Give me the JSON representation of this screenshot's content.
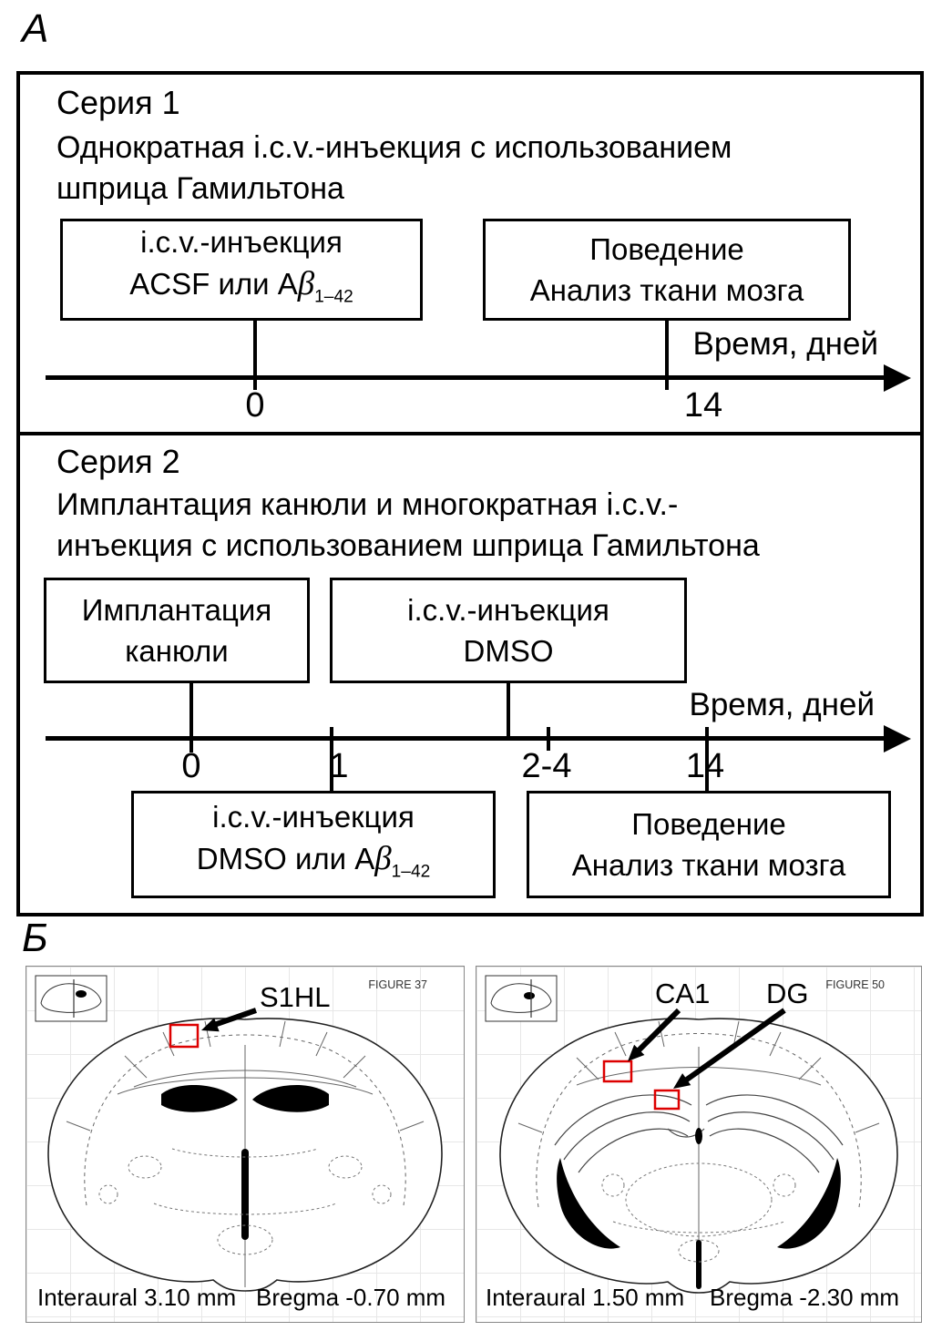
{
  "colors": {
    "ink": "#000000",
    "marker_red": "#dd0000"
  },
  "panel_a": {
    "label": "А",
    "series1": {
      "title": "Серия 1",
      "subtitle": "Однократная i.c.v.-инъекция с использованием\nшприца Гамильтона",
      "injection_box": {
        "line1": "i.c.v.-инъекция",
        "line2_pre": "ACSF или A",
        "line2_beta": "β",
        "line2_sub": "1–42"
      },
      "behavior_box": {
        "line1": "Поведение",
        "line2": "Анализ ткани мозга"
      },
      "axis_label": "Время, дней",
      "ticks": [
        "0",
        "14"
      ]
    },
    "series2": {
      "title": "Серия 2",
      "subtitle": "Имплантация канюли и многократная i.c.v.-\nинъекция с использованием шприца Гамильтона",
      "implant_box": {
        "line1": "Имплантация",
        "line2": "канюли"
      },
      "dmso_box": {
        "line1": "i.c.v.-инъекция",
        "line2": "DMSO"
      },
      "injection_box": {
        "line1": "i.c.v.-инъекция",
        "line2_pre": "DMSO или A",
        "line2_beta": "β",
        "line2_sub": "1–42"
      },
      "behavior_box": {
        "line1": "Поведение",
        "line2": "Анализ ткани мозга"
      },
      "axis_label": "Время, дней",
      "ticks": [
        "0",
        "1",
        "2-4",
        "14"
      ]
    }
  },
  "panel_b": {
    "label": "Б",
    "left_atlas": {
      "figure_label": "FIGURE 37",
      "region_label": "S1HL",
      "caption_interaural": "Interaural 3.10 mm",
      "caption_bregma": "Bregma -0.70 mm"
    },
    "right_atlas": {
      "figure_label": "FIGURE 50",
      "region_label_ca1": "CA1",
      "region_label_dg": "DG",
      "caption_interaural": "Interaural 1.50 mm",
      "caption_bregma": "Bregma -2.30 mm"
    }
  }
}
